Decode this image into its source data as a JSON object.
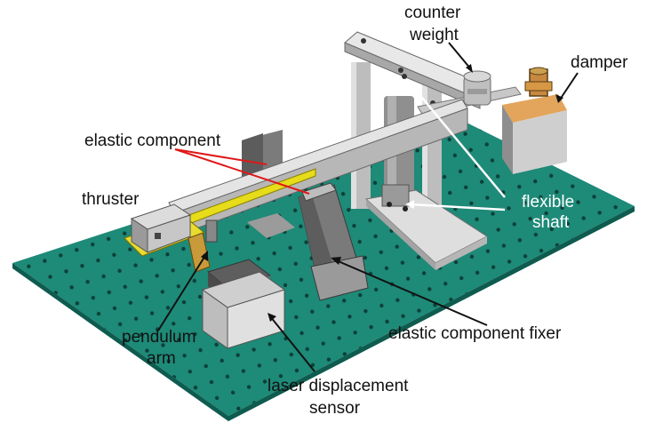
{
  "labels": {
    "counter_weight_line1": "counter",
    "counter_weight_line2": "weight",
    "damper": "damper",
    "elastic_component": "elastic component",
    "thruster": "thruster",
    "flexible_shaft_line1": "flexible",
    "flexible_shaft_line2": "shaft",
    "pendulum_arm_line1": "pendulum",
    "pendulum_arm_line2": "arm",
    "elastic_component_fixer": "elastic component fixer",
    "laser_sensor_line1": "laser displacement",
    "laser_sensor_line2": "sensor"
  },
  "colors": {
    "plate": "#1e8a78",
    "plate_edge": "#0e5b4f",
    "hole": "#0b3f37",
    "metal_light": "#d9d9d9",
    "metal_mid": "#b8b8b8",
    "metal_dark": "#8c8c8c",
    "elastic_strip": "#e6dc1a",
    "damper_copper": "#c78940",
    "leader_red": "#e01818",
    "leader_black": "#111111",
    "leader_white": "#ffffff"
  }
}
